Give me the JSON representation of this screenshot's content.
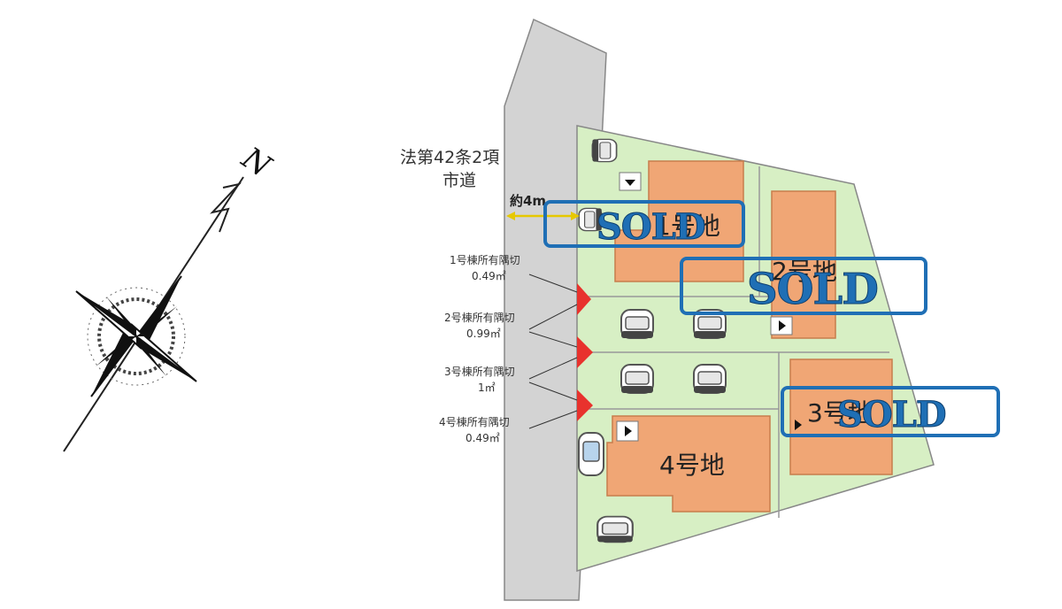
{
  "road": {
    "name_line1": "法第42条2項",
    "name_line2": "市道",
    "width": "約4m"
  },
  "compass": {
    "north_label": "N",
    "icon": "compass-rose-icon"
  },
  "lots": [
    {
      "label": "1号地",
      "status": "SOLD"
    },
    {
      "label": "2号地",
      "status": "SOLD"
    },
    {
      "label": "3号地",
      "status": "SOLD"
    },
    {
      "label": "4号地",
      "status": ""
    }
  ],
  "corner_cuts": [
    {
      "line1": "1号棟所有隅切",
      "line2": "0.49㎡"
    },
    {
      "line1": "2号棟所有隅切",
      "line2": "0.99㎡"
    },
    {
      "line1": "3号棟所有隅切",
      "line2": "1㎡"
    },
    {
      "line1": "4号棟所有隅切",
      "line2": "0.49㎡"
    }
  ],
  "sold_stamp_text": "SOLD",
  "colors": {
    "site_green": "#d7efc4",
    "building_orange": "#f0a675",
    "road_gray": "#d3d3d3",
    "sold_blue": "#1f6fb5",
    "corner_red": "#e8322d"
  }
}
